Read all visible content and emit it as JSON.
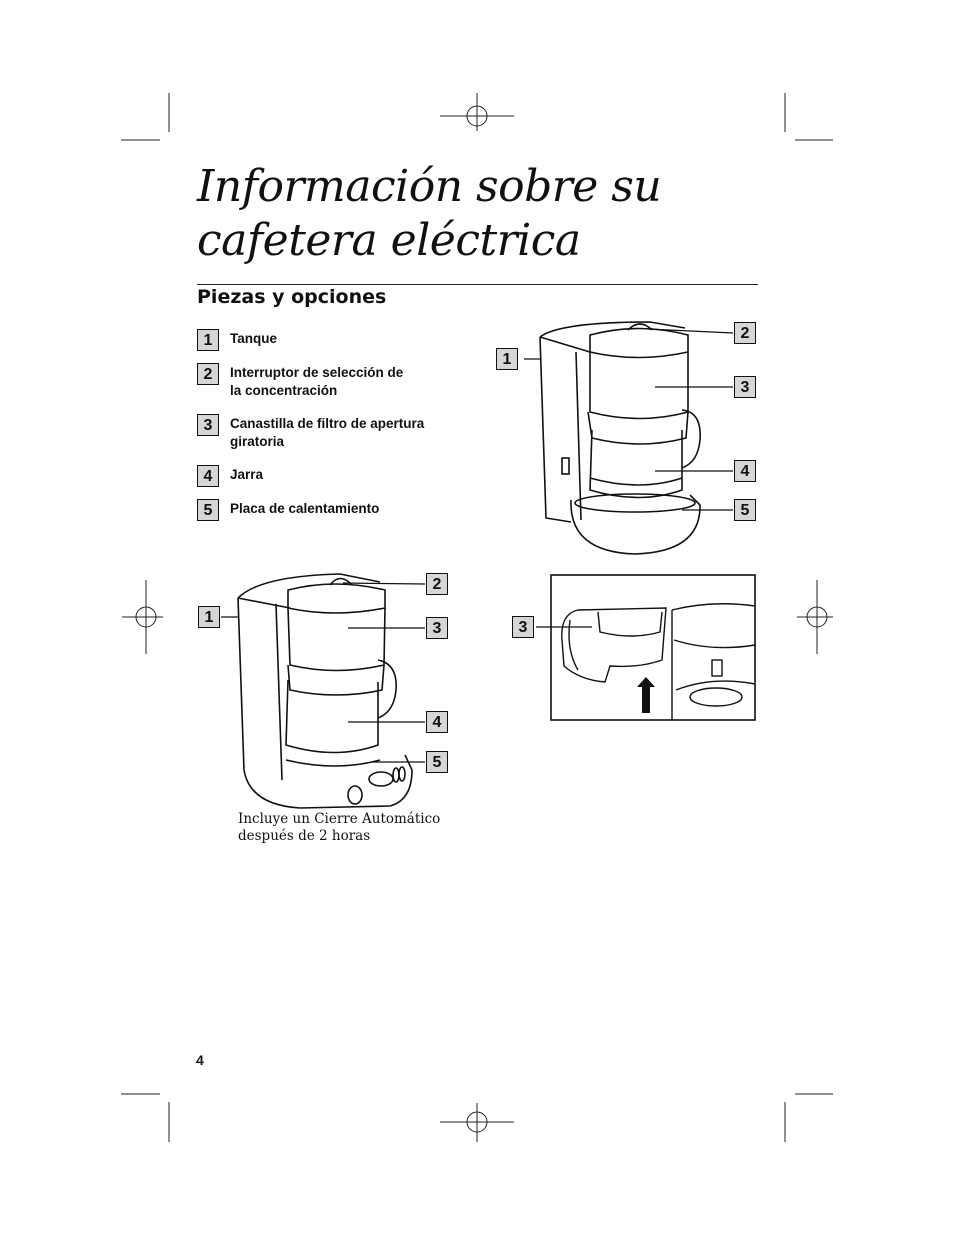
{
  "title": "Información sobre su cafetera eléctrica",
  "section_heading": "Piezas y opciones",
  "parts": [
    {
      "number": "1",
      "label": "Tanque"
    },
    {
      "number": "2",
      "label": "Interruptor de selección de la concentración"
    },
    {
      "number": "3",
      "label": "Canastilla de filtro de apertura giratoria"
    },
    {
      "number": "4",
      "label": "Jarra"
    },
    {
      "number": "5",
      "label": "Placa de calentamiento"
    }
  ],
  "caption": "Incluye un Cierre Automático después de 2 horas",
  "page_number": "4",
  "callouts": {
    "diagram_top": [
      "1",
      "2",
      "3",
      "4",
      "5"
    ],
    "diagram_bottom": [
      "1",
      "2",
      "3",
      "4",
      "5"
    ],
    "diagram_detail": [
      "3"
    ]
  }
}
